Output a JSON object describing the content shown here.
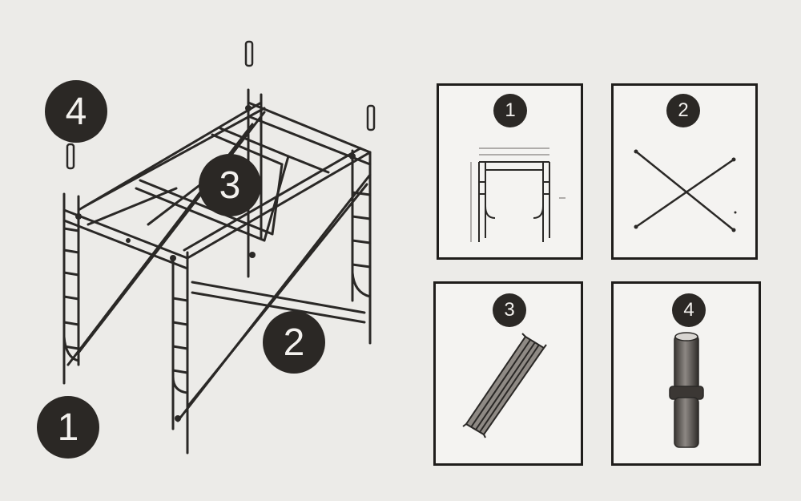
{
  "callouts": {
    "frame": "1",
    "cross_brace": "2",
    "plank": "3",
    "coupling_pin": "4"
  },
  "panels": [
    {
      "number": "1",
      "part": "end-frame"
    },
    {
      "number": "2",
      "part": "cross-brace"
    },
    {
      "number": "3",
      "part": "plank"
    },
    {
      "number": "4",
      "part": "coupling-pin"
    }
  ],
  "colors": {
    "background": "#ecebe8",
    "line": "#2a2826",
    "badge": "#2b2825",
    "badge_text": "#f3f1ee"
  }
}
